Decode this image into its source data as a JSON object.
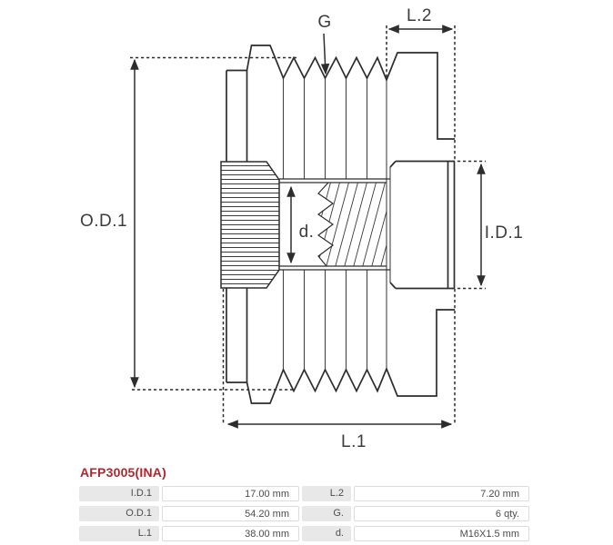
{
  "diagram": {
    "dimension_labels": {
      "od1": "O.D.1",
      "id1": "I.D.1",
      "l1": "L.1",
      "l2": "L.2",
      "g": "G",
      "d": "d."
    }
  },
  "product": {
    "title": "AFP3005(INA)"
  },
  "table": {
    "rows": [
      {
        "label1": "I.D.1",
        "value1": "17.00 mm",
        "label2": "L.2",
        "value2": "7.20 mm"
      },
      {
        "label1": "O.D.1",
        "value1": "54.20 mm",
        "label2": "G.",
        "value2": "6 qty."
      },
      {
        "label1": "L.1",
        "value1": "38.00 mm",
        "label2": "d.",
        "value2": "M16X1.5 mm"
      }
    ]
  },
  "colors": {
    "title_red": "#b2262b",
    "line": "#2d2d2d",
    "table_label_bg": "#e8e8e8",
    "table_border": "#dcdcdc"
  }
}
